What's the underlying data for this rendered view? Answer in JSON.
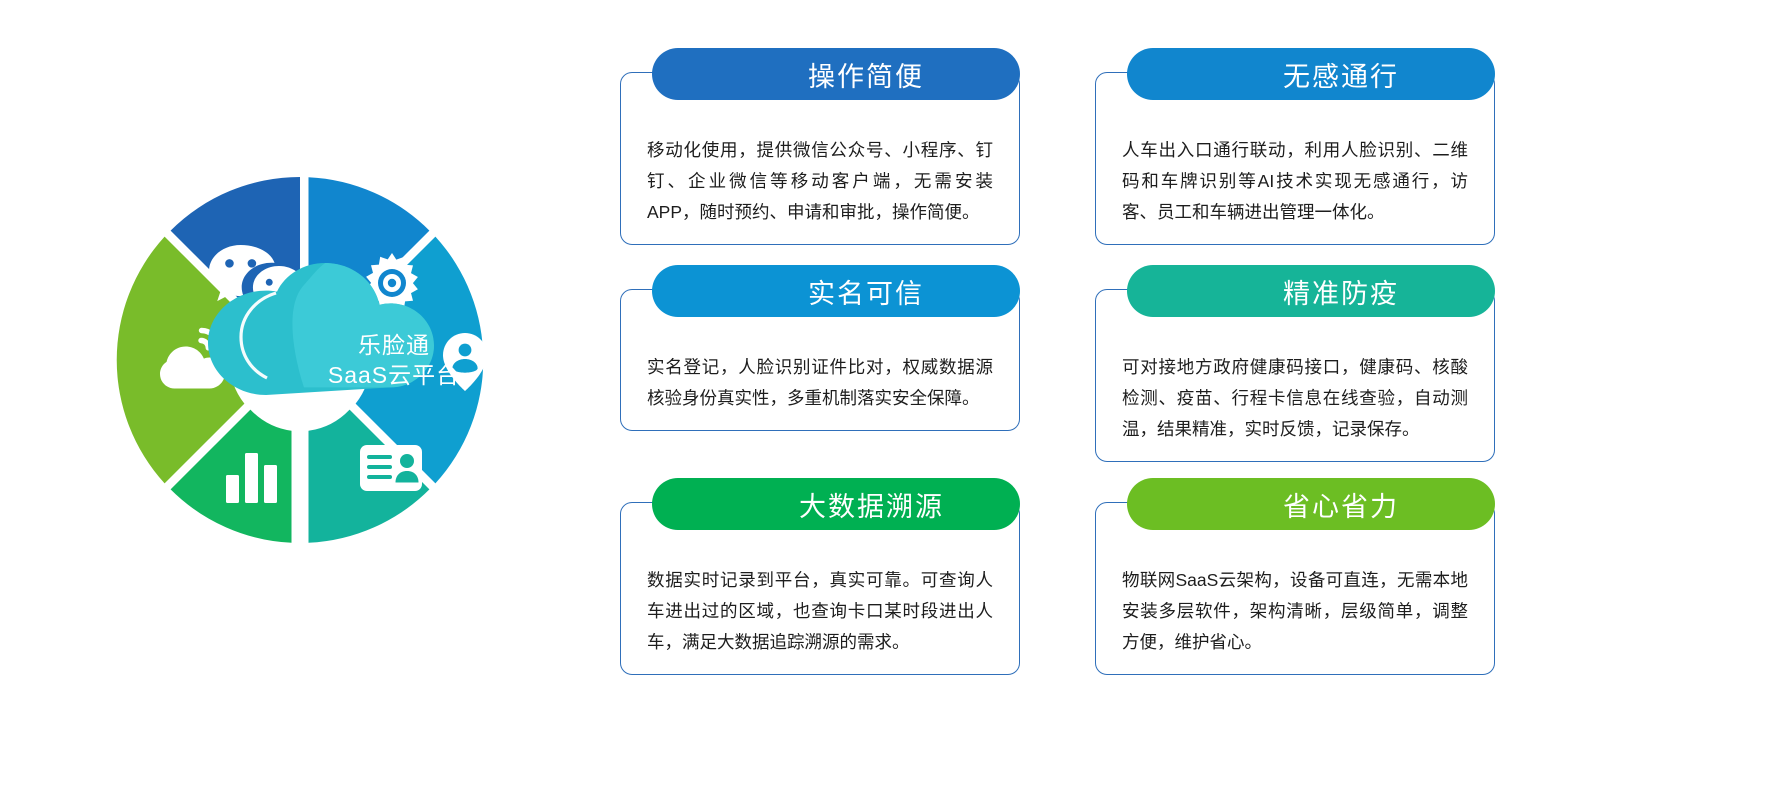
{
  "center": {
    "logo_line1": "乐脸通",
    "logo_line2": "SaaS云平台",
    "cloud_color": "#25b7c8",
    "cloud_color_2": "#3ac3d2",
    "segments": [
      {
        "name": "wechat-segment",
        "icon": "wechat-icon",
        "color": "#1e64b4"
      },
      {
        "name": "gear-segment",
        "icon": "gear-icon",
        "color": "#1186ce"
      },
      {
        "name": "location-segment",
        "icon": "location-pin-icon",
        "color": "#0f9fd0"
      },
      {
        "name": "idcard-segment",
        "icon": "id-card-icon",
        "color": "#13b39c"
      },
      {
        "name": "chart-segment",
        "icon": "bar-chart-icon",
        "color": "#12b65f"
      },
      {
        "name": "cloudwifi-segment",
        "icon": "cloud-wifi-icon",
        "color": "#79bc2a"
      }
    ]
  },
  "cards": [
    {
      "id": "card-easy-operation",
      "title": "操作简便",
      "color": "#1f6fc0",
      "desc": "移动化使用，提供微信公众号、小程序、钉钉、企业微信等移动客户端，无需安装APP，随时预约、申请和审批，操作简便。"
    },
    {
      "id": "card-seamless-access",
      "title": "无感通行",
      "color": "#1186ce",
      "desc": "人车出入口通行联动，利用人脸识别、二维码和车牌识别等AI技术实现无感通行，访客、员工和车辆进出管理一体化。"
    },
    {
      "id": "card-real-name",
      "title": "实名可信",
      "color": "#0c93d4",
      "desc": "实名登记，人脸识别证件比对，权威数据源核验身份真实性，多重机制落实安全保障。"
    },
    {
      "id": "card-epidemic-control",
      "title": "精准防疫",
      "color": "#16b498",
      "desc": "可对接地方政府健康码接口，健康码、核酸检测、疫苗、行程卡信息在线查验，自动测温，结果精准，实时反馈，记录保存。"
    },
    {
      "id": "card-bigdata-trace",
      "title": "大数据溯源",
      "color": "#00b052",
      "desc": "数据实时记录到平台，真实可靠。可查询人车进出过的区域，也查询卡口某时段进出人车，满足大数据追踪溯源的需求。"
    },
    {
      "id": "card-effortless",
      "title": "省心省力",
      "color": "#6cbe23",
      "desc": "物联网SaaS云架构，设备可直连，无需本地安装多层软件，架构清晰，层级简单，调整方便，维护省心。"
    }
  ]
}
